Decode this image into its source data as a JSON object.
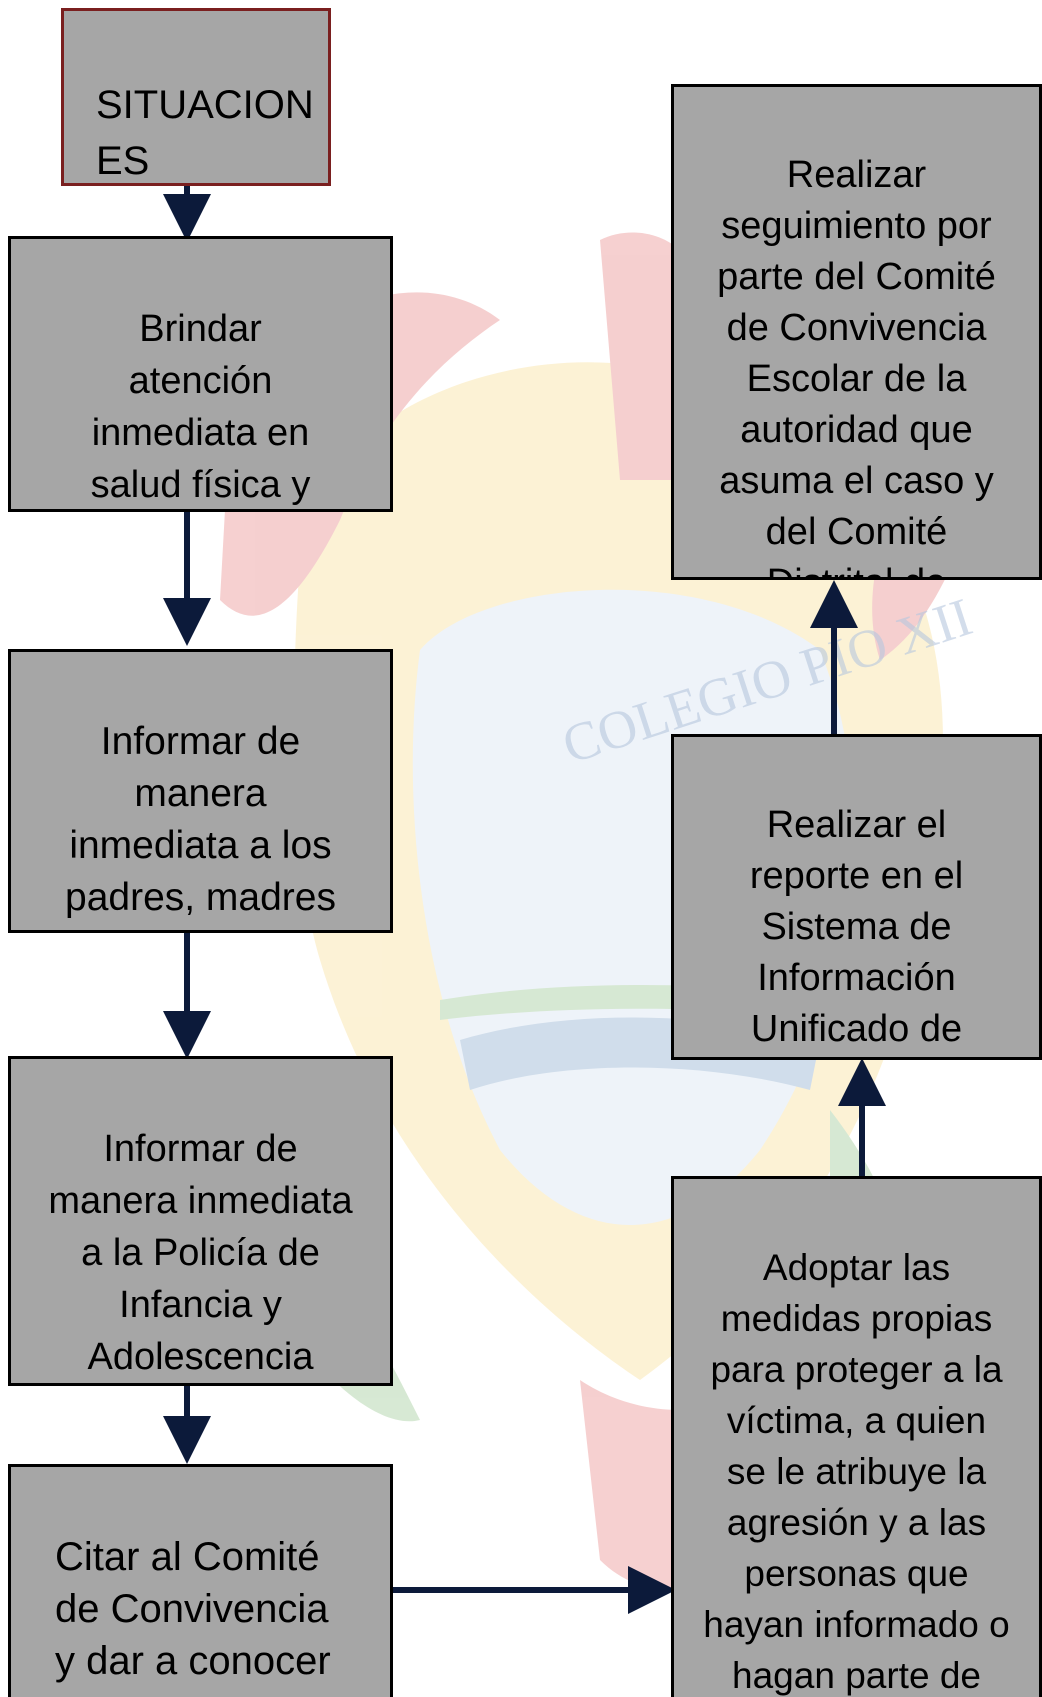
{
  "colors": {
    "box_fill": "#a6a6a6",
    "box_border": "#000000",
    "title_border": "#7a1f1f",
    "arrow": "#0c1a3a"
  },
  "watermark": {
    "text": "COLEGIO PIO XII"
  },
  "boxes": {
    "title": "SITUACION\nES\nTIPO",
    "b1": "Brindar\natención\ninmediata en\nsalud física y\nmental a los",
    "b2": "Informar de\nmanera\ninmediata a los\npadres, madres\no acudientes",
    "b3": "Informar de\nmanera inmediata\na la Policía de\nInfancia y\nAdolescencia\n(tel.",
    "b4": "Citar al Comité\nde Convivencia\ny dar a conocer\nel Caso.",
    "r1": "Realizar\nseguimiento por\nparte del Comité\nde Convivencia\nEscolar de la\nautoridad que\nasuma el caso y\ndel Comité\nDistrital de\nConvivencia",
    "r2": "Realizar el\nreporte en el\nSistema de\nInformación\nUnificado de\nConvivencia",
    "r3": "Adoptar las\nmedidas propias\npara proteger a la\nvíctima, a quien\nse le atribuye la\nagresión y a las\npersonas que\nhayan informado o\nhagan parte de\nla situación"
  }
}
